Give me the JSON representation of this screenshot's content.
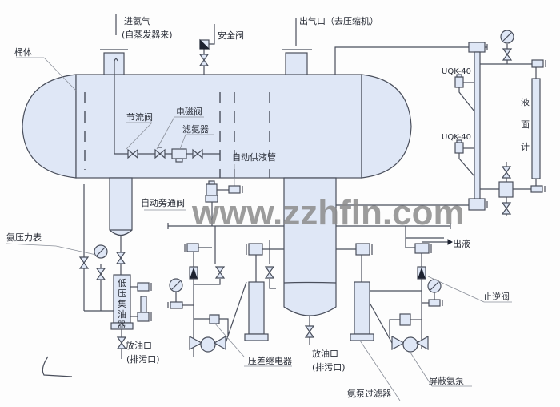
{
  "labels": {
    "inlet_gas": "进氨气",
    "inlet_gas_source": "(自蒸发器来)",
    "safety_valve": "安全阀",
    "gas_outlet": "出气口（去压缩机）",
    "vessel_body": "桶体",
    "throttle_valve": "节流阀",
    "solenoid_valve": "电磁阀",
    "ammonia_filter": "滤氨器",
    "auto_supply_pipe": "自动供液管",
    "auto_bypass_valve": "自动旁通阀",
    "level_switch_1": "UQK-40",
    "level_switch_2": "UQK-40",
    "level_gauge": [
      "液",
      "面",
      "计"
    ],
    "ammonia_pressure_gauge": "氨压力表",
    "oil_collector": [
      "低",
      "压",
      "集",
      "油",
      "器"
    ],
    "oil_drain_left": "放油口",
    "sewage_left": "(排污口)",
    "diff_pressure_relay": "压差继电器",
    "oil_drain_center": "放油口",
    "sewage_center": "(排污口)",
    "liquid_out": "出液",
    "check_valve": "止逆阀",
    "canned_pump": "屏蔽氨泵",
    "pump_filter": "氨泵过滤器"
  },
  "watermark": "www.zzhfln.com",
  "colors": {
    "vessel_fill": "#dfe7f6",
    "line": "#4a4f5c"
  }
}
